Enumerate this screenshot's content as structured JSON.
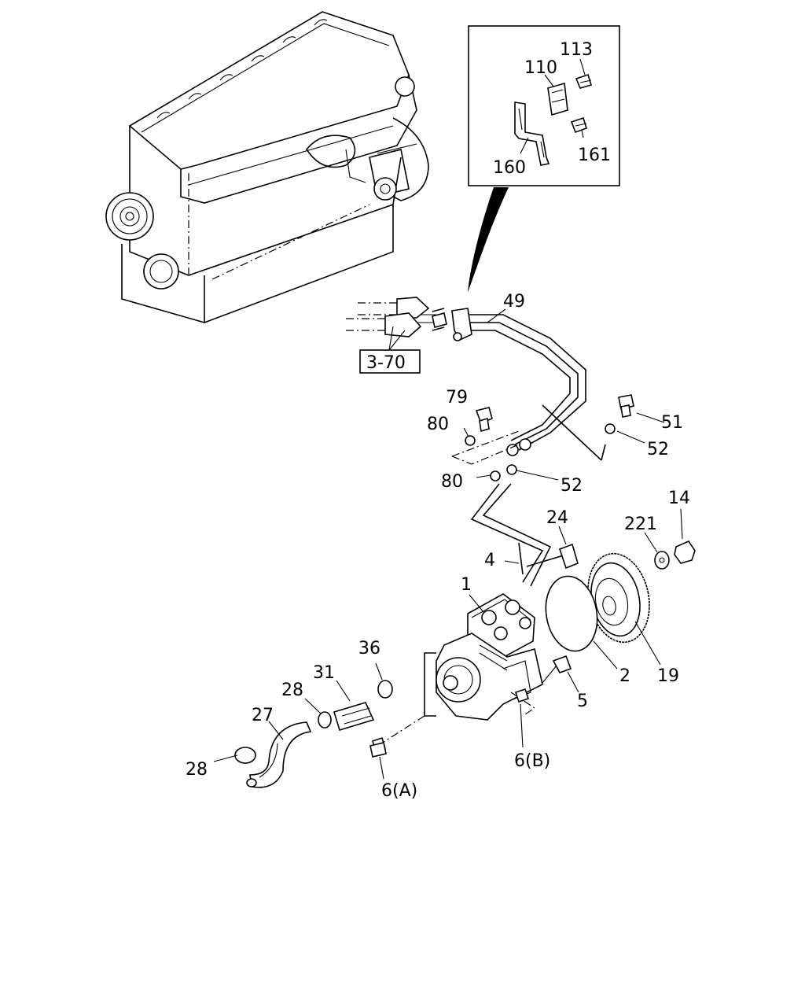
{
  "callouts": {
    "c113": "113",
    "c110": "110",
    "c160": "160",
    "c161": "161",
    "c49": "49",
    "c3_70": "3-70",
    "c79": "79",
    "c80a": "80",
    "c80b": "80",
    "c51": "51",
    "c52a": "52",
    "c52b": "52",
    "c24": "24",
    "c221": "221",
    "c14": "14",
    "c4": "4",
    "c1": "1",
    "c36": "36",
    "c31": "31",
    "c28a": "28",
    "c27": "27",
    "c28b": "28",
    "c2": "2",
    "c19": "19",
    "c5": "5",
    "c6b": "6(B)",
    "c6a": "6(A)"
  }
}
